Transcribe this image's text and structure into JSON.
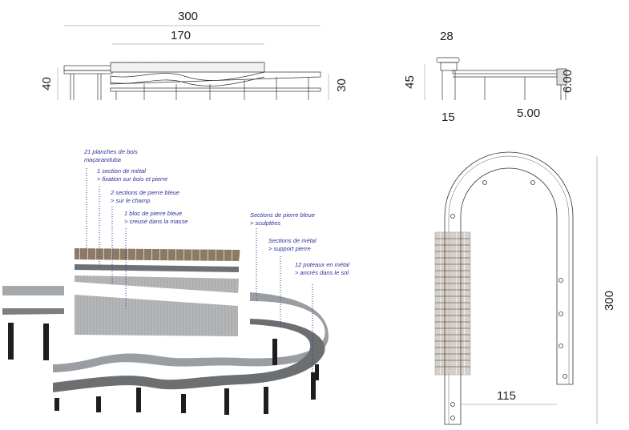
{
  "elevation": {
    "overall_length": "300",
    "wood_length": "170",
    "left_height": "40",
    "right_height": "30"
  },
  "side_view": {
    "top_width": "28",
    "height": "45",
    "right_dim": "6.00",
    "bottom_dim": "15",
    "span": "5.00"
  },
  "plan_view": {
    "length": "300",
    "inner_width": "115"
  },
  "labels": [
    {
      "line1": "21 planches de bois",
      "line2": "maçaranduba"
    },
    {
      "line1": "1 section de métal",
      "line2": "> fixation sur bois et pierre"
    },
    {
      "line1": "2 sections de pierre bleue",
      "line2": "> sur le champ"
    },
    {
      "line1": "1 bloc de pierre bleue",
      "line2": "> creusé dans la masse"
    },
    {
      "line1": "Sections de pierre bleue",
      "line2": "> sculptées"
    },
    {
      "line1": "Sections de métal",
      "line2": "> support pierre"
    },
    {
      "line1": "12 poteaux en métal",
      "line2": "> ancrés dans le sol"
    }
  ],
  "colors": {
    "label": "#2d2d9a",
    "stone": "#9a9ea3",
    "wood": "#8c7a64",
    "metal": "#222222"
  }
}
